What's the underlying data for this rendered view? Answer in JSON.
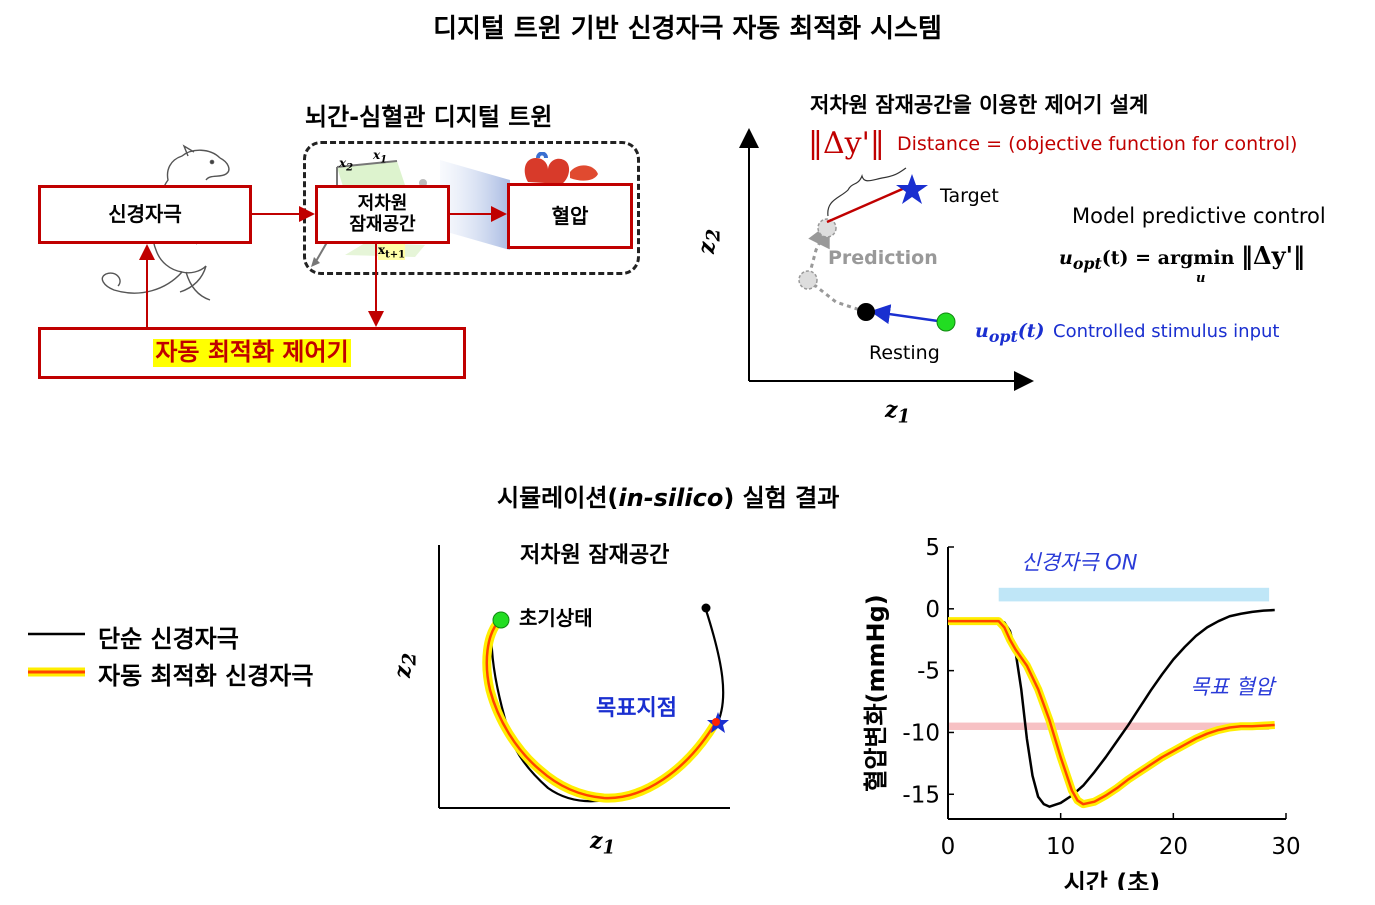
{
  "title": "디지털 트윈 기반 신경자극 자동 최적화 시스템",
  "left_panel": {
    "title": "뇌간-심혈관 디지털 트윈",
    "stim_box": "신경자극",
    "latent_box": [
      "저차원",
      "잠재공간"
    ],
    "bp_box": "혈압",
    "controller_box": "자동 최적화 제어기",
    "axis_x1": "x",
    "axis_x1_sub": "1",
    "axis_x2": "x",
    "axis_x2_sub": "2",
    "axis_xt1": "x",
    "axis_xt1_sub": "t+1"
  },
  "right_panel": {
    "title": "저차원 잠재공간을 이용한 제어기 설계",
    "delta_label": "‖Δy'‖",
    "distance_text": "Distance = (objective function for control)",
    "target_label": "Target",
    "prediction_label": "Prediction",
    "resting_label": "Resting",
    "mpc_title": "Model predictive control",
    "mpc_eq_lhs": "u",
    "mpc_eq_lhs_sub": "opt",
    "mpc_eq_mid": "(t) = argmin",
    "mpc_eq_under": "u",
    "mpc_eq_rhs": "‖Δy'‖",
    "uopt_label": "u",
    "uopt_sub": "opt",
    "uopt_paren": "(t)",
    "controlled_text": "Controlled stimulus input",
    "axis_z1": "z",
    "axis_z1_sub": "1",
    "axis_z2": "z",
    "axis_z2_sub": "2"
  },
  "results": {
    "title_prefix": "시뮬레이션(",
    "title_italic": "in-silico",
    "title_suffix": ") 실험 결과",
    "legend": [
      {
        "label": "단순 신경자극",
        "color": "#000000"
      },
      {
        "label": "자동 최적화 신경자극",
        "color": "#ff4400"
      }
    ],
    "latent_title": "저차원 잠재공간",
    "initial_label": "초기상태",
    "target_point_label": "목표지점",
    "axis_z1": "z",
    "axis_z1_sub": "1",
    "axis_z2": "z",
    "axis_z2_sub": "2"
  },
  "chart_data": {
    "type": "line",
    "xlabel": "시간 (초)",
    "ylabel": "혈압변화(mmHg)",
    "xlim": [
      0,
      30
    ],
    "ylim": [
      -17,
      5
    ],
    "xticks": [
      0,
      10,
      20,
      30
    ],
    "yticks": [
      5,
      0,
      -5,
      -10,
      -15
    ],
    "stim_on_label": "신경자극 ON",
    "stim_on_range": [
      4.5,
      28.5
    ],
    "target_label": "목표 혈압",
    "target_value": -9.5,
    "series": [
      {
        "name": "단순 신경자극",
        "color": "#000000",
        "x": [
          0,
          4.5,
          5,
          5.5,
          6,
          6.5,
          7,
          7.5,
          8,
          8.5,
          9,
          10,
          11,
          12,
          13,
          14,
          15,
          16,
          17,
          18,
          19,
          20,
          21,
          22,
          23,
          24,
          25,
          26,
          27,
          28,
          29
        ],
        "y": [
          -1,
          -1,
          -1.1,
          -1.8,
          -3.5,
          -6.5,
          -10.5,
          -13.5,
          -15.2,
          -15.8,
          -16,
          -15.7,
          -15.1,
          -14.3,
          -13.2,
          -12,
          -10.7,
          -9.4,
          -8,
          -6.6,
          -5.3,
          -4.1,
          -3.1,
          -2.2,
          -1.5,
          -1,
          -0.6,
          -0.4,
          -0.25,
          -0.15,
          -0.1
        ]
      },
      {
        "name": "자동 최적화 신경자극",
        "color": "#ff4400",
        "x": [
          0,
          1,
          2,
          3,
          4,
          4.5,
          5,
          5.5,
          6,
          7,
          8,
          9,
          10,
          11,
          11.5,
          12,
          13,
          14,
          15,
          16,
          17,
          18,
          19,
          20,
          21,
          22,
          23,
          24,
          25,
          26,
          27,
          28,
          29
        ],
        "y": [
          -1,
          -1,
          -1,
          -1,
          -1,
          -1,
          -1.5,
          -2.5,
          -3.3,
          -4.6,
          -6.5,
          -9,
          -12,
          -14.7,
          -15.5,
          -15.8,
          -15.6,
          -15.1,
          -14.5,
          -13.8,
          -13.2,
          -12.6,
          -12,
          -11.5,
          -11,
          -10.5,
          -10.1,
          -9.8,
          -9.6,
          -9.5,
          -9.5,
          -9.45,
          -9.4
        ]
      }
    ]
  }
}
